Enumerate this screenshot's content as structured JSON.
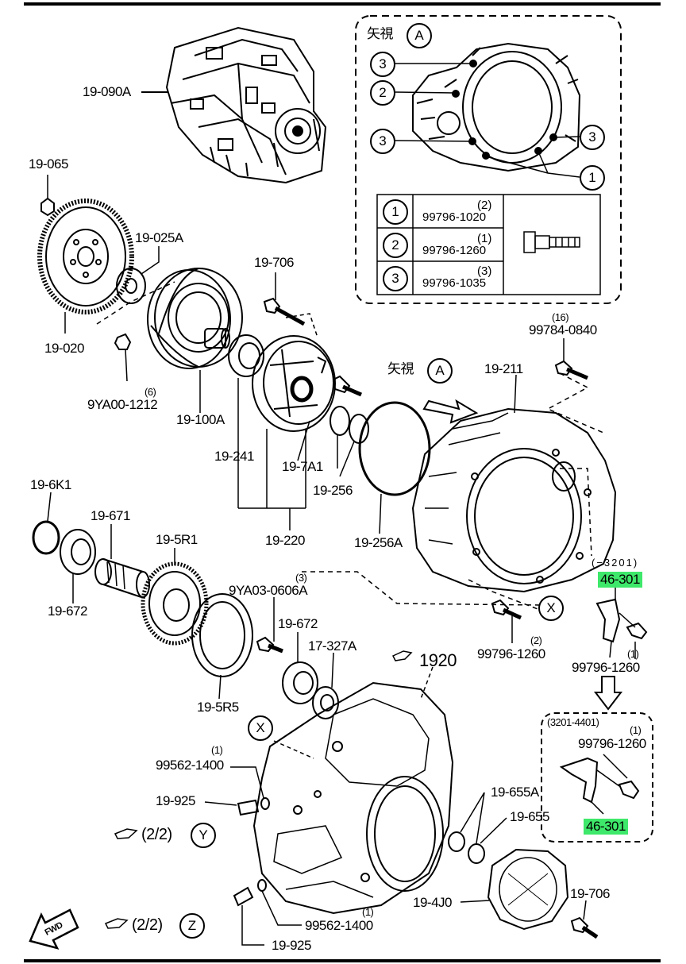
{
  "view_a_box": {
    "title": "矢視",
    "title_letter": "A",
    "callouts": [
      "3",
      "2",
      "3",
      "3",
      "1"
    ],
    "table": [
      {
        "no": "1",
        "part": "99796-1020",
        "qty": "(2)"
      },
      {
        "no": "2",
        "part": "99796-1260",
        "qty": "(1)"
      },
      {
        "no": "3",
        "part": "99796-1035",
        "qty": "(3)"
      }
    ]
  },
  "view_a_arrow": {
    "title": "矢視",
    "letter": "A"
  },
  "labels": {
    "l_19_090A": "19-090A",
    "l_19_065": "19-065",
    "l_19_025A": "19-025A",
    "l_19_020": "19-020",
    "l_9YA00_1212": "9YA00-1212",
    "l_9YA00_qty": "(6)",
    "l_19_100A": "19-100A",
    "l_19_706_top": "19-706",
    "l_99784_0840": "99784-0840",
    "l_99784_qty": "(16)",
    "l_19_211": "19-211",
    "l_19_241": "19-241",
    "l_19_7A1": "19-7A1",
    "l_19_256": "19-256",
    "l_19_220": "19-220",
    "l_19_256A": "19-256A",
    "l_range1": "(−3201)",
    "l_46_301_a": "46-301",
    "l_19_6K1": "19-6K1",
    "l_19_671": "19-671",
    "l_19_5R1": "19-5R1",
    "l_9YA03_0606A": "9YA03-0606A",
    "l_9YA03_qty": "(3)",
    "l_19_672_left": "19-672",
    "l_19_672_mid": "19-672",
    "l_17_327A": "17-327A",
    "l_19_5R5": "19-5R5",
    "l_X_mid": "X",
    "l_99796_1260_a": "99796-1260",
    "l_99796_1260_a_qty": "(2)",
    "l_99796_1260_b": "99796-1260",
    "l_99796_1260_b_qty": "(1)",
    "l_ref_1920": "1920",
    "l_X_left": "X",
    "l_range2": "(3201-4401)",
    "l_99796_1260_c": "99796-1260",
    "l_99796_1260_c_qty": "(1)",
    "l_46_301_b": "46-301",
    "l_99562_1400_a": "99562-1400",
    "l_99562_1400_a_qty": "(1)",
    "l_19_925_a": "19-925",
    "l_ref_22_Y": "(2/2)",
    "l_Y": "Y",
    "l_19_655A": "19-655A",
    "l_19_655": "19-655",
    "l_19_4J0": "19-4J0",
    "l_19_706_bot": "19-706",
    "l_ref_22_Z": "(2/2)",
    "l_Z": "Z",
    "l_99562_1400_b": "99562-1400",
    "l_99562_1400_b_qty": "(1)",
    "l_19_925_b": "19-925",
    "l_fwd": "FWD"
  },
  "colors": {
    "highlight": "#3ee86a",
    "ink": "#000000"
  }
}
